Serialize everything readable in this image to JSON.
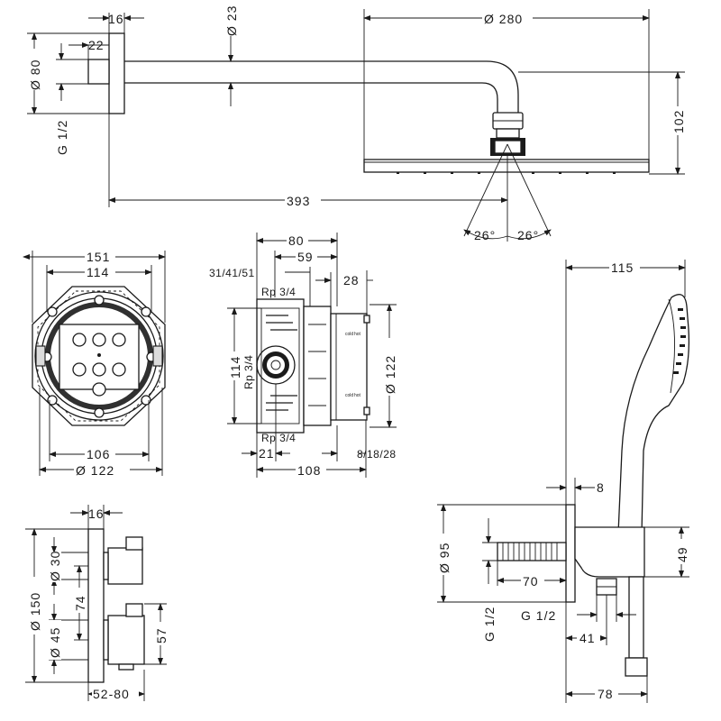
{
  "labels": {
    "arm_flange_thickness": "16",
    "arm_spout_length": "22",
    "arm_pipe_diameter": "Ø 23",
    "head_diameter": "Ø 280",
    "arm_flange_diameter": "Ø 80",
    "arm_thread": "G 1/2",
    "head_drop": "102",
    "arm_reach": "393",
    "spray_angle_left": "26°",
    "spray_angle_right": "26°",
    "box_outer_width": "151",
    "box_inner_width": "114",
    "box_hole_spacing": "106",
    "box_front_diameter": "Ø 122",
    "body_depth_total": "80",
    "body_depth_partial": "59",
    "body_depth_options": "31/41/51",
    "body_plate_gap": "28",
    "port_top": "Rp 3/4",
    "port_left": "Rp 3/4",
    "port_bottom": "Rp 3/4",
    "body_height": "114",
    "body_cover_diameter": "Ø 122",
    "body_rear_offset": "21",
    "body_total_depth": "108",
    "body_front_options": "8/18/28",
    "trim_rosette_thickness": "16",
    "trim_diameter": "Ø 150",
    "trim_top_handle": "Ø 30",
    "trim_bottom_handle": "Ø 45",
    "trim_handle_spacing": "74",
    "trim_lower_handle_height": "57",
    "trim_projection": "52-80",
    "handshower_reach": "115",
    "outlet_plate_thickness": "8",
    "outlet_flange_diameter": "Ø 95",
    "outlet_thread_left": "G 1/2",
    "outlet_pipe_length": "70",
    "outlet_thread_bottom": "G 1/2",
    "outlet_height": "49",
    "outlet_offset": "41",
    "outlet_projection": "78",
    "valve_text_1": "cold",
    "valve_text_2": "hot",
    "valve_text_3": "cold",
    "valve_text_4": "hot"
  }
}
